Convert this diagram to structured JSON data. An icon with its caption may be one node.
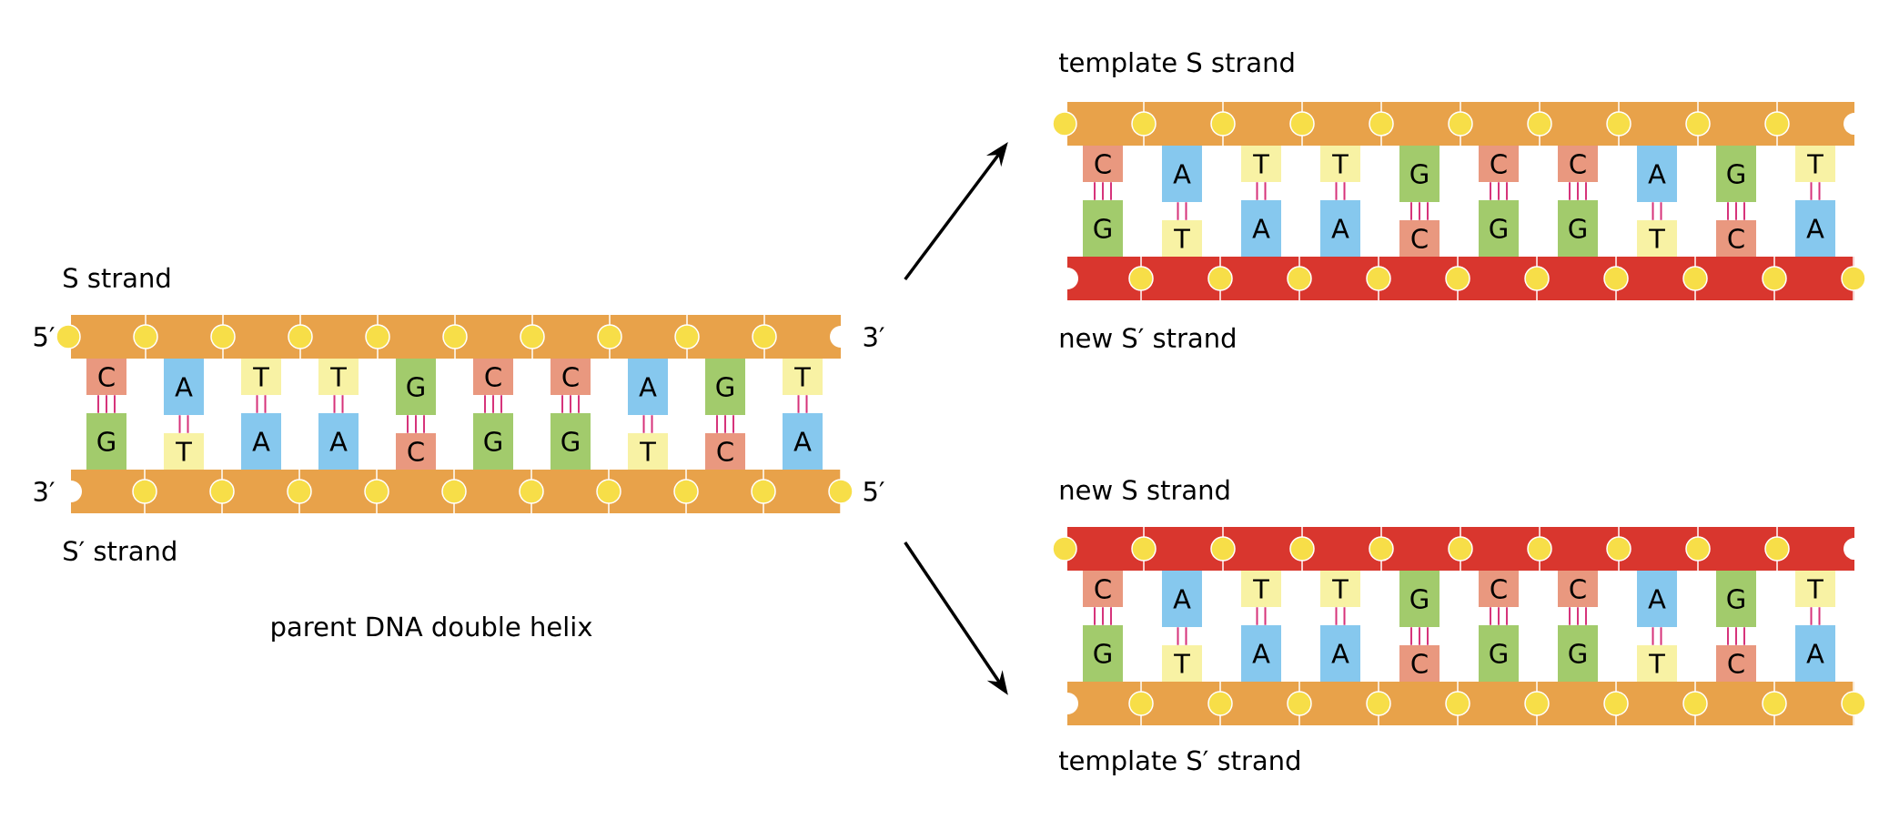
{
  "diagram": {
    "caption": "parent DNA double helix",
    "nodes": [
      {
        "text": [
          "S strand",
          "S′ strand"
        ],
        "beside": [
          "5′",
          "3′",
          "3′",
          "5′"
        ]
      },
      {
        "text": [
          "template S strand",
          "new S′ strand"
        ]
      },
      {
        "text": [
          "new S strand",
          "template S′ strand"
        ]
      },
      {
        "text": [
          "C"
        ],
        "in": 0
      },
      {
        "text": [
          "A"
        ],
        "in": 0
      },
      {
        "text": [
          "T"
        ],
        "in": 0
      },
      {
        "text": [
          "T"
        ],
        "in": 0
      },
      {
        "text": [
          "G"
        ],
        "in": 0
      },
      {
        "text": [
          "C"
        ],
        "in": 0
      },
      {
        "text": [
          "C"
        ],
        "in": 0
      },
      {
        "text": [
          "A"
        ],
        "in": 0
      },
      {
        "text": [
          "G"
        ],
        "in": 0
      },
      {
        "text": [
          "T"
        ],
        "in": 0
      },
      {
        "text": [
          "G"
        ],
        "in": 0
      },
      {
        "text": [
          "T"
        ],
        "in": 0
      },
      {
        "text": [
          "A"
        ],
        "in": 0
      },
      {
        "text": [
          "A"
        ],
        "in": 0
      },
      {
        "text": [
          "C"
        ],
        "in": 0
      },
      {
        "text": [
          "G"
        ],
        "in": 0
      },
      {
        "text": [
          "G"
        ],
        "in": 0
      },
      {
        "text": [
          "T"
        ],
        "in": 0
      },
      {
        "text": [
          "C"
        ],
        "in": 0
      },
      {
        "text": [
          "A"
        ],
        "in": 0
      },
      {
        "text": [
          "C"
        ],
        "in": 1
      },
      {
        "text": [
          "A"
        ],
        "in": 1
      },
      {
        "text": [
          "T"
        ],
        "in": 1
      },
      {
        "text": [
          "T"
        ],
        "in": 1
      },
      {
        "text": [
          "G"
        ],
        "in": 1
      },
      {
        "text": [
          "C"
        ],
        "in": 1
      },
      {
        "text": [
          "C"
        ],
        "in": 1
      },
      {
        "text": [
          "A"
        ],
        "in": 1
      },
      {
        "text": [
          "G"
        ],
        "in": 1
      },
      {
        "text": [
          "T"
        ],
        "in": 1
      },
      {
        "text": [
          "G"
        ],
        "in": 1
      },
      {
        "text": [
          "T"
        ],
        "in": 1
      },
      {
        "text": [
          "A"
        ],
        "in": 1
      },
      {
        "text": [
          "A"
        ],
        "in": 1
      },
      {
        "text": [
          "C"
        ],
        "in": 1
      },
      {
        "text": [
          "G"
        ],
        "in": 1
      },
      {
        "text": [
          "G"
        ],
        "in": 1
      },
      {
        "text": [
          "T"
        ],
        "in": 1
      },
      {
        "text": [
          "C"
        ],
        "in": 1
      },
      {
        "text": [
          "A"
        ],
        "in": 1
      },
      {
        "text": [
          "C"
        ],
        "in": 2
      },
      {
        "text": [
          "A"
        ],
        "in": 2
      },
      {
        "text": [
          "T"
        ],
        "in": 2
      },
      {
        "text": [
          "T"
        ],
        "in": 2
      },
      {
        "text": [
          "G"
        ],
        "in": 2
      },
      {
        "text": [
          "C"
        ],
        "in": 2
      },
      {
        "text": [
          "C"
        ],
        "in": 2
      },
      {
        "text": [
          "A"
        ],
        "in": 2
      },
      {
        "text": [
          "G"
        ],
        "in": 2
      },
      {
        "text": [
          "T"
        ],
        "in": 2
      },
      {
        "text": [
          "G"
        ],
        "in": 2
      },
      {
        "text": [
          "T"
        ],
        "in": 2
      },
      {
        "text": [
          "A"
        ],
        "in": 2
      },
      {
        "text": [
          "A"
        ],
        "in": 2
      },
      {
        "text": [
          "C"
        ],
        "in": 2
      },
      {
        "text": [
          "G"
        ],
        "in": 2
      },
      {
        "text": [
          "G"
        ],
        "in": 2
      },
      {
        "text": [
          "T"
        ],
        "in": 2
      },
      {
        "text": [
          "C"
        ],
        "in": 2
      },
      {
        "text": [
          "A"
        ],
        "in": 2
      }
    ],
    "edges": [
      {
        "from": 0,
        "to": 1,
        "arrow": "to",
        "color": "#000000"
      },
      {
        "from": 0,
        "to": 2,
        "arrow": "to",
        "color": "#000000"
      },
      {
        "from": 3,
        "to": 13,
        "arrow": "none"
      },
      {
        "from": 4,
        "to": 14,
        "arrow": "none"
      },
      {
        "from": 5,
        "to": 15,
        "arrow": "none"
      },
      {
        "from": 6,
        "to": 16,
        "arrow": "none"
      },
      {
        "from": 7,
        "to": 17,
        "arrow": "none"
      },
      {
        "from": 8,
        "to": 18,
        "arrow": "none"
      },
      {
        "from": 9,
        "to": 19,
        "arrow": "none"
      },
      {
        "from": 10,
        "to": 20,
        "arrow": "none"
      },
      {
        "from": 11,
        "to": 21,
        "arrow": "none"
      },
      {
        "from": 12,
        "to": 22,
        "arrow": "none"
      },
      {
        "from": 23,
        "to": 33,
        "arrow": "none"
      },
      {
        "from": 24,
        "to": 34,
        "arrow": "none"
      },
      {
        "from": 25,
        "to": 35,
        "arrow": "none"
      },
      {
        "from": 26,
        "to": 36,
        "arrow": "none"
      },
      {
        "from": 27,
        "to": 37,
        "arrow": "none"
      },
      {
        "from": 28,
        "to": 38,
        "arrow": "none"
      },
      {
        "from": 29,
        "to": 39,
        "arrow": "none"
      },
      {
        "from": 30,
        "to": 40,
        "arrow": "none"
      },
      {
        "from": 31,
        "to": 41,
        "arrow": "none"
      },
      {
        "from": 32,
        "to": 42,
        "arrow": "none"
      },
      {
        "from": 43,
        "to": 53,
        "arrow": "none"
      },
      {
        "from": 44,
        "to": 54,
        "arrow": "none"
      },
      {
        "from": 45,
        "to": 55,
        "arrow": "none"
      },
      {
        "from": 46,
        "to": 56,
        "arrow": "none"
      },
      {
        "from": 47,
        "to": 57,
        "arrow": "none"
      },
      {
        "from": 48,
        "to": 58,
        "arrow": "none"
      },
      {
        "from": 49,
        "to": 59,
        "arrow": "none"
      },
      {
        "from": 50,
        "to": 60,
        "arrow": "none"
      },
      {
        "from": 51,
        "to": 61,
        "arrow": "none"
      },
      {
        "from": 52,
        "to": 62,
        "arrow": "none"
      }
    ]
  }
}
